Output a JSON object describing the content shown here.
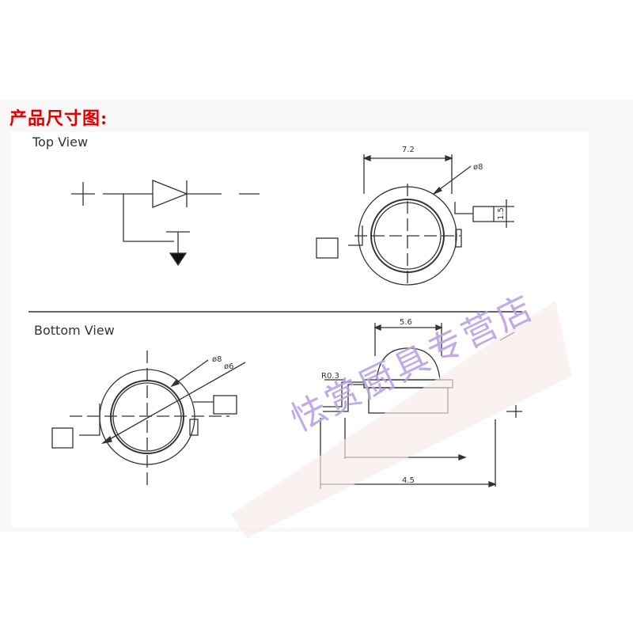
{
  "title": "产品尺寸图:",
  "views": {
    "top": "Top View",
    "bottom": "Bottom View"
  },
  "dimensions": {
    "top_width": "7.2",
    "top_diameter": "ø8",
    "pad_height": "1.5",
    "bottom_diameter_outer": "ø8",
    "bottom_diameter_inner": "ø6",
    "lens_width": "5.6",
    "radius": "R0.3",
    "length_partial": "4.5"
  },
  "watermark": "怯赏厨具专营店",
  "colors": {
    "title": "#e00000",
    "watermark": "#b9a2e6",
    "line": "#333333"
  }
}
